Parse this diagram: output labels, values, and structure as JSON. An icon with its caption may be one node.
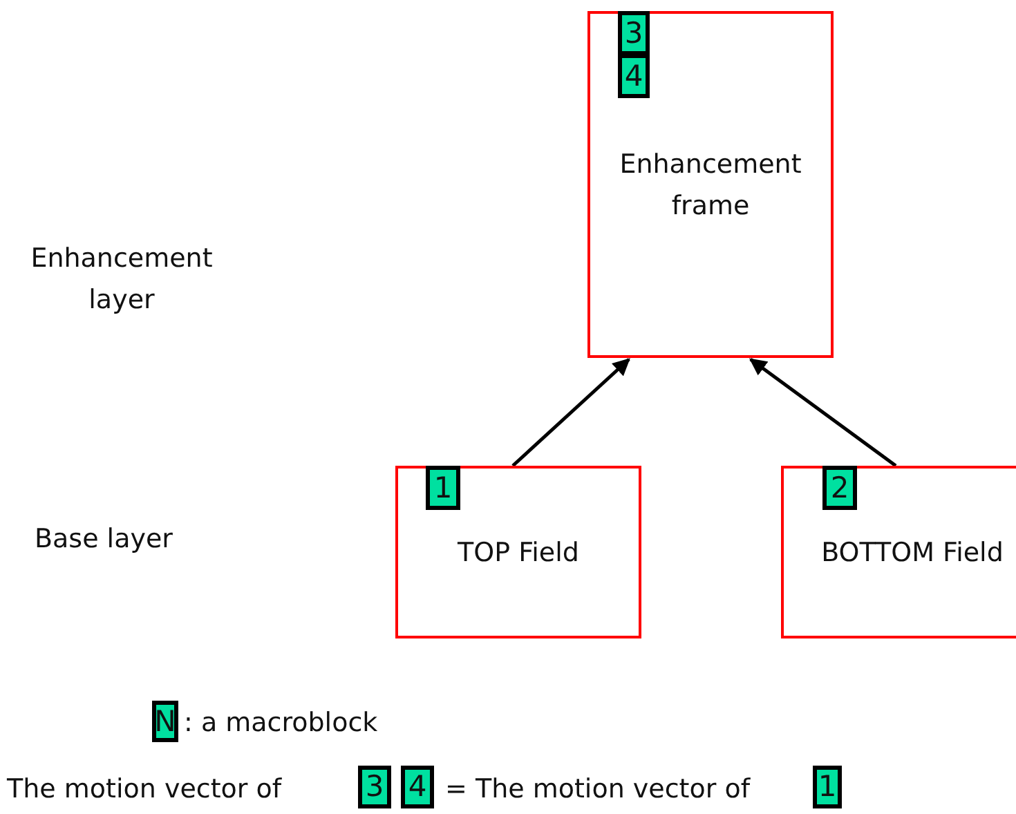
{
  "diagram": {
    "nodes": [
      {
        "text": [
          "Enhancement frame"
        ]
      },
      {
        "text": [
          "3"
        ],
        "in": 0
      },
      {
        "text": [
          "4"
        ],
        "in": 0
      },
      {
        "text": [
          "TOP Field"
        ]
      },
      {
        "text": [
          "1"
        ],
        "in": 3
      },
      {
        "text": [
          "BOTTOM Field"
        ]
      },
      {
        "text": [
          "2"
        ],
        "in": 5
      },
      {
        "text": [
          "N"
        ]
      },
      {
        "text": [
          "3"
        ]
      },
      {
        "text": [
          "4"
        ]
      },
      {
        "text": [
          "1"
        ]
      }
    ],
    "edges": [
      {
        "from": 3,
        "to": 0,
        "arrow": "to"
      },
      {
        "from": 5,
        "to": 0,
        "arrow": "to"
      }
    ],
    "labels": [
      "Enhancement layer",
      "Base layer",
      ": a macroblock",
      "The motion vector of",
      "= The motion vector of"
    ]
  }
}
